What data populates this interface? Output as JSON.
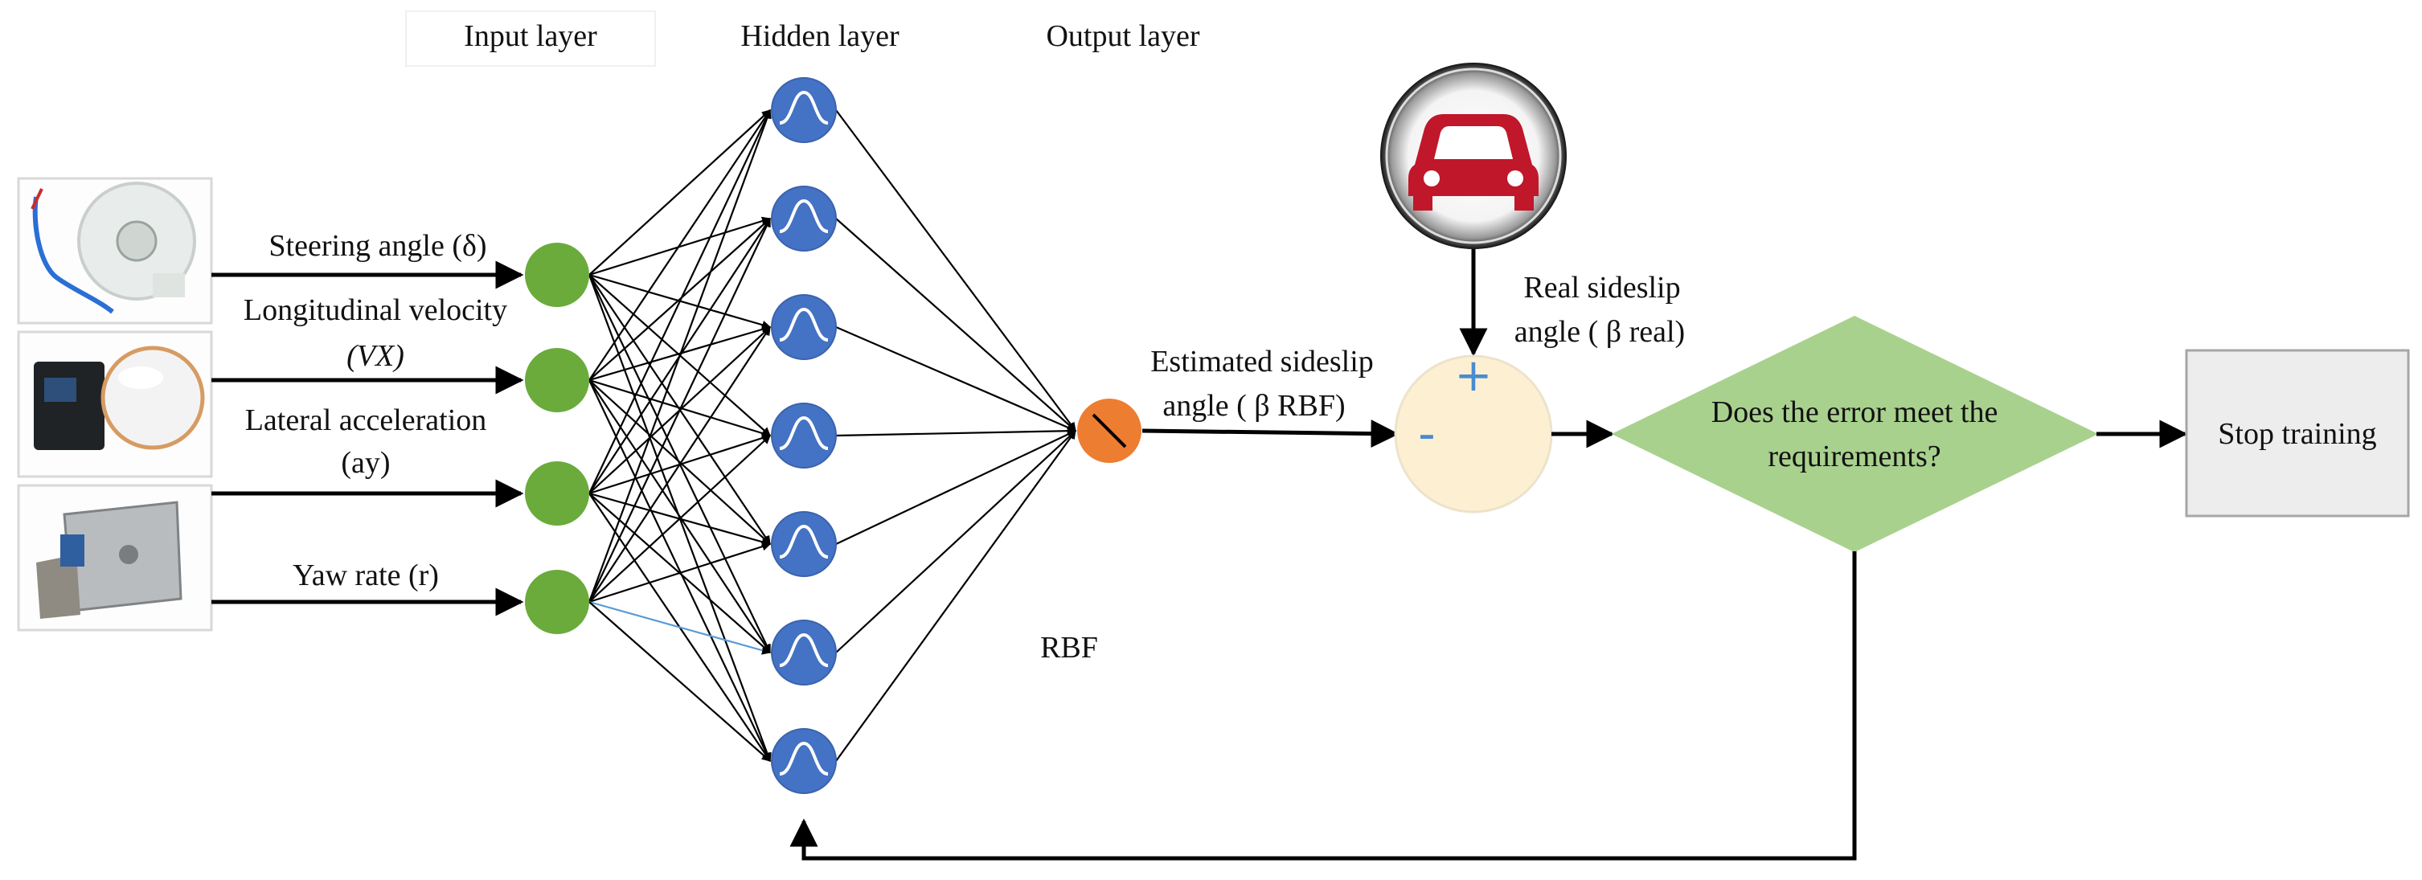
{
  "headers": {
    "input": "Input layer",
    "hidden": "Hidden layer",
    "output": "Output layer"
  },
  "inputs": [
    {
      "label": "Steering angle (δ)",
      "sensor": "steering-angle-sensor"
    },
    {
      "label": "Longitudinal velocity",
      "label2": "(VX)",
      "sensor": "gps-velocity-sensor"
    },
    {
      "label": "Lateral acceleration",
      "label2": "(ay)",
      "sensor": "imu-sensor"
    },
    {
      "label": "Yaw rate (r)",
      "sensor": "imu-sensor"
    }
  ],
  "hidden_count": 7,
  "output": {
    "estimated_label_1": "Estimated sideslip",
    "estimated_label_2": "angle ( β RBF)",
    "rbf_label": "RBF"
  },
  "comparator": {
    "real_label_1": "Real sideslip",
    "real_label_2": "angle ( β real)",
    "plus": "+",
    "minus": "-"
  },
  "decision": {
    "line1": "Does the error meet the",
    "line2": "requirements?"
  },
  "stop": {
    "label": "Stop training"
  },
  "colors": {
    "input_node": "#6aab3c",
    "hidden_node": "#4472c4",
    "output_node": "#ed7d31",
    "sum_node": "#fdf0d2",
    "decision": "#a9d18e",
    "stop_box": "#ededed",
    "car": "#c0172b",
    "plus_minus": "#4a8bd0",
    "highlight_edge": "#5b9bd5"
  }
}
